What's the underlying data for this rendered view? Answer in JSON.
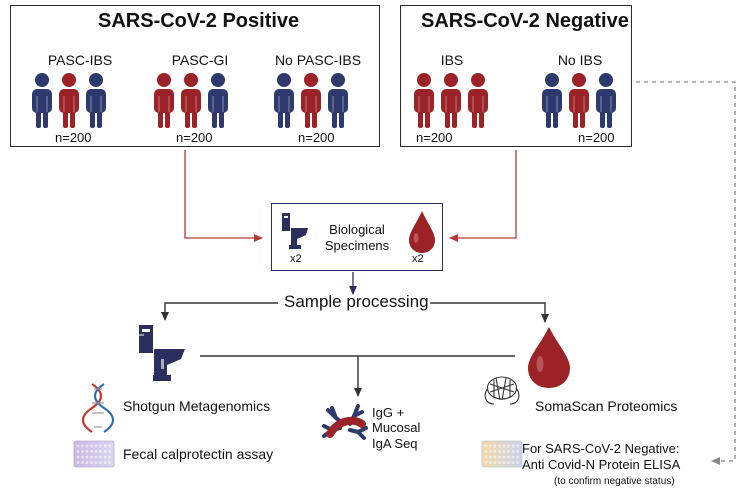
{
  "positive": {
    "title": "SARS-CoV-2 Positive",
    "groups": [
      {
        "label": "PASC-IBS",
        "n": "n=200",
        "people": [
          "blue",
          "red",
          "blue"
        ]
      },
      {
        "label": "PASC-GI",
        "n": "n=200",
        "people": [
          "red",
          "red",
          "blue"
        ]
      },
      {
        "label": "No PASC-IBS",
        "n": "n=200",
        "people": [
          "blue",
          "red",
          "blue"
        ]
      }
    ]
  },
  "negative": {
    "title": "SARS-CoV-2 Negative",
    "groups": [
      {
        "label": "IBS",
        "n": "n=200",
        "people": [
          "red",
          "red",
          "red"
        ]
      },
      {
        "label": "No IBS",
        "n": "n=200",
        "people": [
          "blue",
          "red",
          "blue"
        ]
      }
    ]
  },
  "specimens": {
    "label_line1": "Biological",
    "label_line2": "Specimens",
    "stool_count": "x2",
    "blood_count": "x2"
  },
  "processing": {
    "label": "Sample processing"
  },
  "assays": {
    "metagenomics": "Shotgun Metagenomics",
    "calprotectin": "Fecal calprotectin assay",
    "iga_line1": "IgG +",
    "iga_line2": "Mucosal",
    "iga_line3": "IgA Seq",
    "proteomics": "SomaScan Proteomics",
    "elisa_line1": "For SARS-CoV-2 Negative:",
    "elisa_line2": "Anti Covid-N Protein ELISA",
    "elisa_note": "(to confirm negative status)"
  },
  "colors": {
    "blue": "#2e3a6e",
    "red": "#9b2226",
    "box_border": "#2b2f5e",
    "arrow_red": "#b23a3a",
    "arrow_dark": "#333333",
    "dashed": "#888888"
  }
}
